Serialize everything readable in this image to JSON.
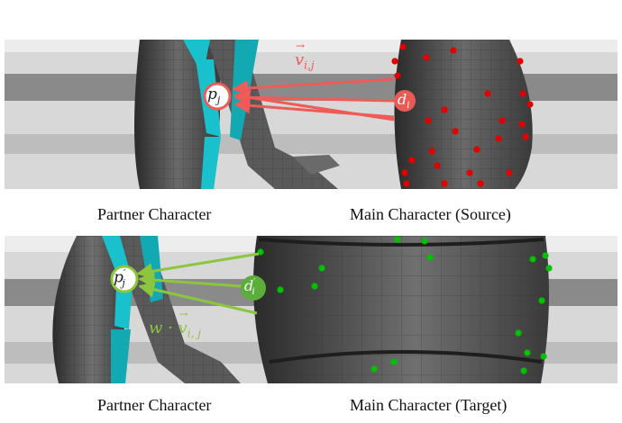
{
  "top": {
    "left_caption": "Partner Character",
    "right_caption": "Main Character (Source)",
    "p_label": "p",
    "p_sub": "j",
    "d_label": "d",
    "d_sub": "i",
    "v_label": "v",
    "v_sub": "i,j",
    "colors": {
      "arrow": "#ef5b57",
      "point": "#e00000",
      "node_fill": "#e85a55"
    }
  },
  "bottom": {
    "left_caption": "Partner Character",
    "right_caption": "Main Character (Target)",
    "p_label": "p",
    "p_sub": "j",
    "p_prime": "′",
    "d_label": "d",
    "d_sub": "i",
    "d_prime": "′",
    "w_label": "w · ",
    "v_label": "v",
    "v_sub": "i, j",
    "colors": {
      "arrow": "#8cc63f",
      "point": "#00c000",
      "node_fill": "#5cae3a"
    }
  },
  "colors": {
    "bone": "#19c1cc",
    "mesh": "#585858",
    "stripe_light": "#d8d8d8",
    "stripe_dark": "#8a8a8a"
  }
}
